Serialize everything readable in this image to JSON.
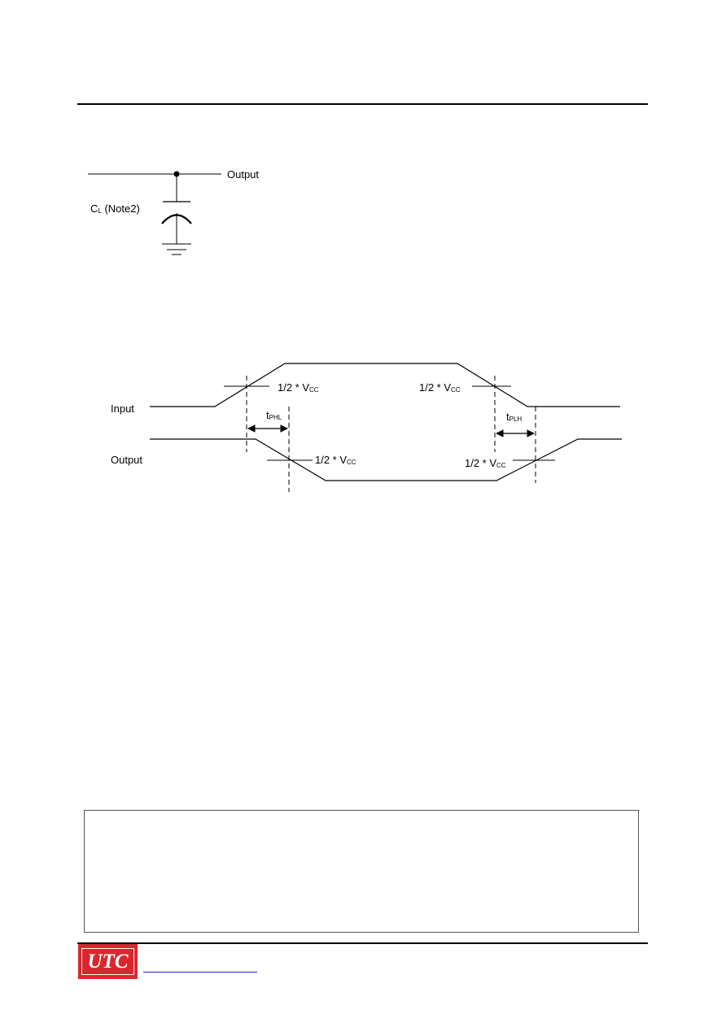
{
  "load_circuit": {
    "output_label": "Output",
    "capacitor_label_main": "C",
    "capacitor_label_sub": "L",
    "capacitor_label_rest": " (Note2)"
  },
  "timing_diagram": {
    "input_label": "Input",
    "output_label": "Output",
    "half_vcc_prefix": "1/2 * V",
    "half_vcc_sub": "CC",
    "tphl_main": "t",
    "tphl_sub": "PHL",
    "tplh_main": "t",
    "tplh_sub": "PLH"
  },
  "footer": {
    "logo_text": "UTC",
    "logo_color": "#d9272e",
    "link_color": "#1d1dcc"
  }
}
